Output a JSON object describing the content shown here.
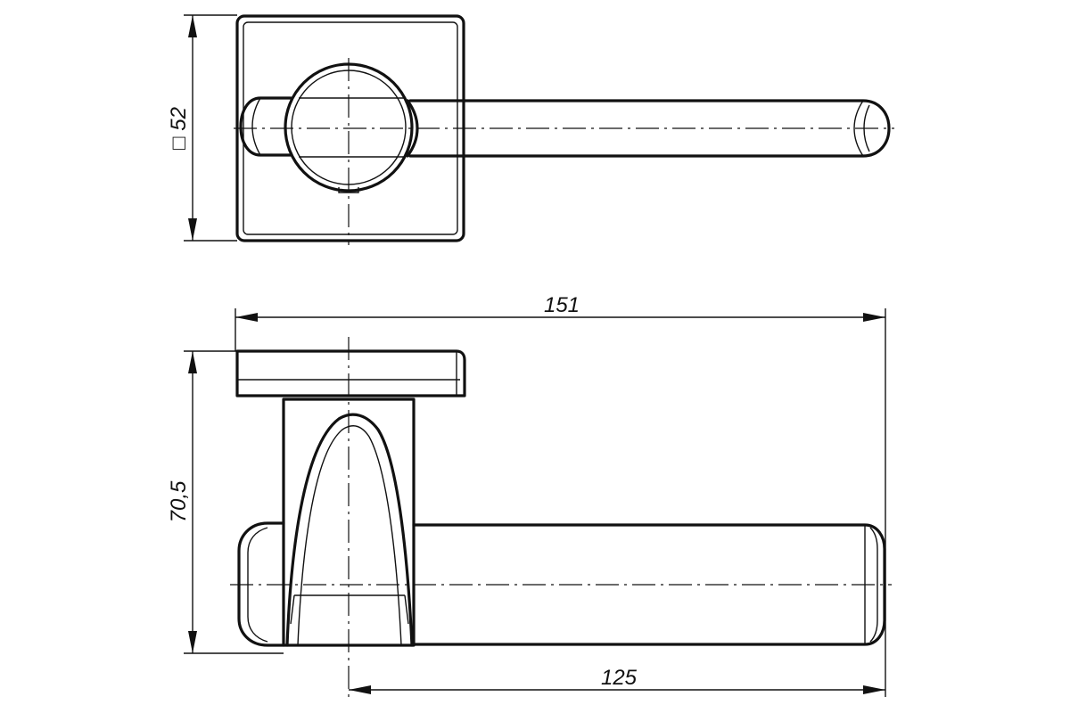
{
  "dimensions": {
    "square_symbol": "□",
    "square_side": "52",
    "overall_length": "151",
    "height": "70,5",
    "lever_length": "125"
  }
}
